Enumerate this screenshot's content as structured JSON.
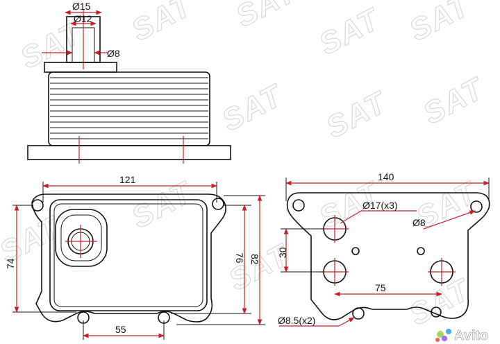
{
  "watermark": {
    "text": "SAT"
  },
  "dimensions": {
    "dia15": "Ø15",
    "dia12": "Ø12",
    "dia8_top": "Ø8",
    "width121": "121",
    "height74": "74",
    "height76": "76",
    "height82": "82",
    "width55": "55",
    "width140": "140",
    "dia17x3": "Ø17(x3)",
    "dia8_right": "Ø8",
    "gap30": "30",
    "gap75": "75",
    "dia85x2": "Ø8.5(x2)"
  },
  "colors": {
    "dimension_lines": "#c81e2a",
    "outline": "#111111",
    "watermark": "#d9d9d9"
  },
  "badge": {
    "text": "Avito"
  }
}
